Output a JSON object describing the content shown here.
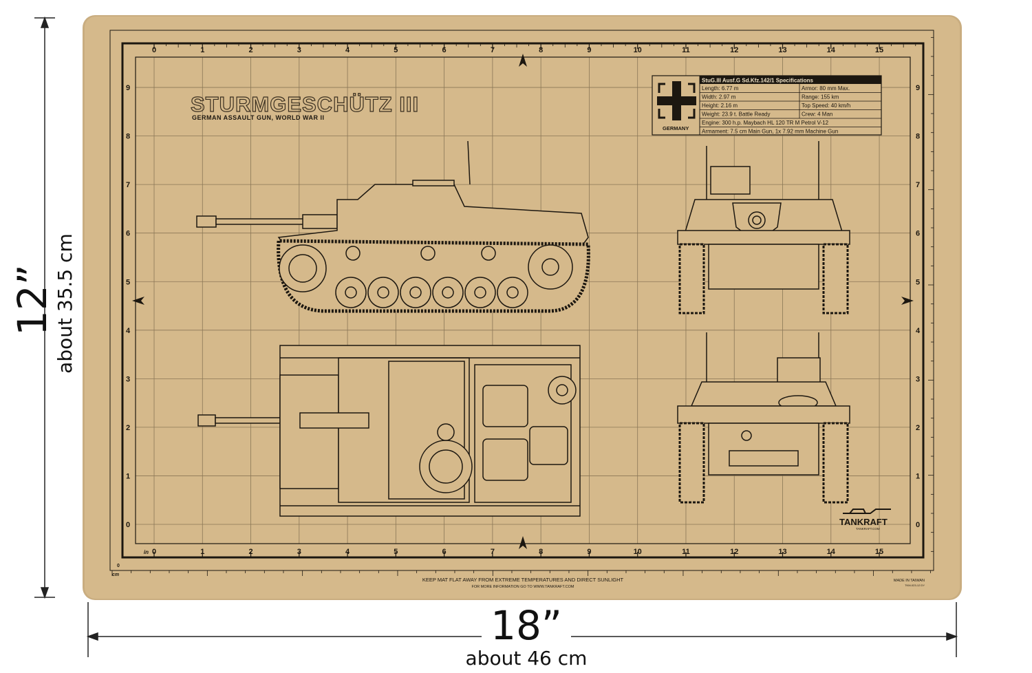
{
  "product": {
    "title": "STURMGESCHÜTZ III",
    "subtitle": "GERMAN ASSAULT GUN, WORLD WAR II",
    "brand": "TANKRAFT",
    "brand_url_small": "TANKRAFT.COM",
    "footer_line1": "KEEP MAT FLAT AWAY FROM EXTREME TEMPERATURES AND DIRECT SUNLIGHT",
    "footer_line2": "FOR MORE INFORMATION GO TO WWW.TANKRAFT.COM",
    "made_in": "MADE IN TAIWAN",
    "sku": "TKM-023-12 DY",
    "unit_in": "in",
    "unit_cm": "cm",
    "cm_zero": "0"
  },
  "specs": {
    "country": "GERMANY",
    "header": "StuG.III Ausf.G Sd.Kfz.142/1 Specifications",
    "rows": [
      [
        "Length: 6.77 m",
        "Armor: 80 mm Max."
      ],
      [
        "Width: 2.97 m",
        "Range: 155 km"
      ],
      [
        "Height: 2.16 m",
        "Top Speed: 40 km/h"
      ],
      [
        "Weight: 23.9 t. Battle Ready",
        "Crew: 4 Man"
      ]
    ],
    "engine": "Engine: 300 h.p. Maybach HL 120 TR M Petrol V-12",
    "armament": "Armament: 7.5 cm Main Gun, 1x 7.92 mm Machine Gun"
  },
  "ruler": {
    "x_labels": [
      "0",
      "1",
      "2",
      "3",
      "4",
      "5",
      "6",
      "7",
      "8",
      "9",
      "10",
      "11",
      "12",
      "13",
      "14",
      "15"
    ],
    "y_labels": [
      "0",
      "1",
      "2",
      "3",
      "4",
      "5",
      "6",
      "7",
      "8",
      "9"
    ]
  },
  "dimensions": {
    "height_in": "12”",
    "height_cm": "about 35.5 cm",
    "width_in": "18”",
    "width_cm": "about 46 cm"
  },
  "colors": {
    "mat": "#d5b98b",
    "ink": "#1c1710",
    "grid": "#8a7656"
  }
}
